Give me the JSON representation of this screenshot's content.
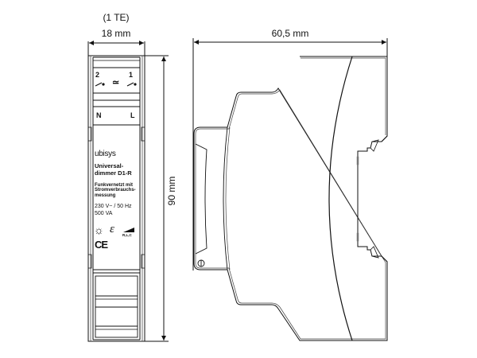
{
  "drawing": {
    "title": "ubisys Universal-dimmer D1-R dimension drawing",
    "front_view": {
      "module_units": "(1 TE)",
      "width_dim": "18 mm",
      "height_dim": "90 mm",
      "terminals_top": {
        "left_num": "2",
        "middle_symbol": "≃",
        "right_num": "1"
      },
      "terminals_bottom": {
        "left": "N",
        "right": "L"
      },
      "brand": "ubisys",
      "product_line1": "Universal-",
      "product_line2": "dimmer D1-R",
      "desc_line1": "Funkvernetzt mit",
      "desc_line2": "Stromverbrauchs-",
      "desc_line3": "messung",
      "rating_voltage": "230 V~ / 50 Hz",
      "rating_power": "500 VA",
      "icons": {
        "lamp": "☼",
        "efficiency": "ε",
        "load_type": "R,L,C",
        "ce_mark": "CE"
      }
    },
    "side_view": {
      "depth_dim": "60,5 mm"
    }
  },
  "colors": {
    "line": "#111111",
    "background": "#ffffff"
  }
}
